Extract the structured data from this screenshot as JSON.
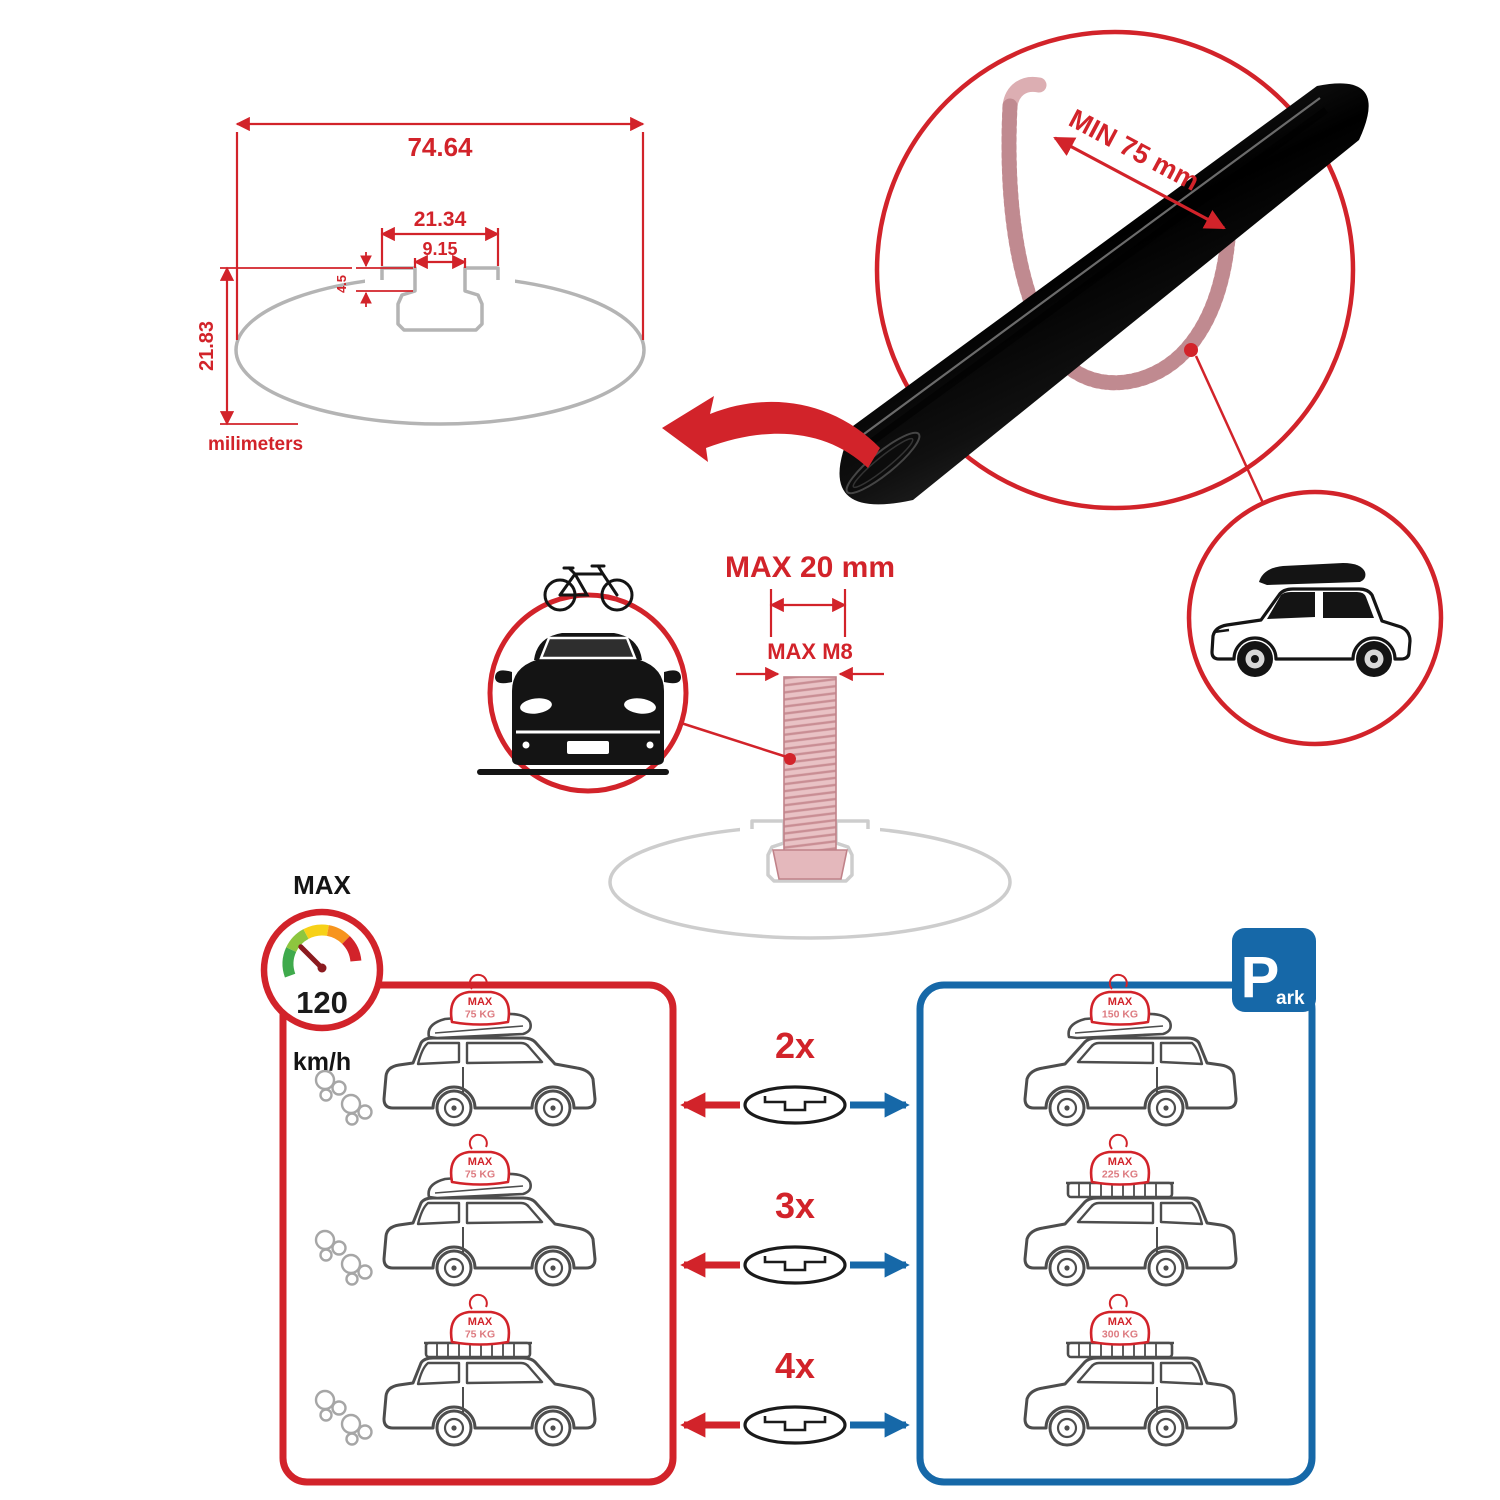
{
  "colors": {
    "red": "#d2232a",
    "blue": "#1668a8",
    "pink": "#e4b8bc",
    "gray": "#b4b4b4",
    "dark": "#141414"
  },
  "profile_dimensions": {
    "total_width": "74.64",
    "slot_outer_width": "21.34",
    "slot_inner_width": "9.15",
    "lip_depth": "4.5",
    "profile_height": "21.83",
    "units_label": "milimeters"
  },
  "bar_closeup": {
    "min_span_label": "MIN 75 mm"
  },
  "bolt_spec": {
    "max_width_label": "MAX 20 mm",
    "max_thread_label": "MAX M8"
  },
  "speed_limit": {
    "title": "MAX",
    "value": "120",
    "unit": "km/h"
  },
  "parking_sign": {
    "letter": "P",
    "suffix": "ark"
  },
  "bar_counts": [
    {
      "label": "2x"
    },
    {
      "label": "3x"
    },
    {
      "label": "4x"
    }
  ],
  "driving_loads": [
    {
      "title": "MAX",
      "value": "75 KG"
    },
    {
      "title": "MAX",
      "value": "75 KG"
    },
    {
      "title": "MAX",
      "value": "75 KG"
    }
  ],
  "parked_loads": [
    {
      "title": "MAX",
      "value": "150 KG"
    },
    {
      "title": "MAX",
      "value": "225 KG"
    },
    {
      "title": "MAX",
      "value": "300 KG"
    }
  ]
}
